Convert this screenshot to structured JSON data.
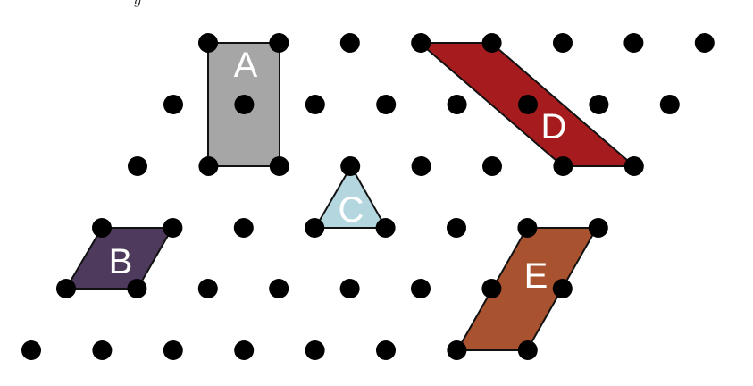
{
  "caption": "g",
  "colors": {
    "dot": "#000000",
    "A": "#a6a6a6",
    "B": "#4d3a5c",
    "C": "#b4d6de",
    "D": "#a61c1e",
    "E": "#a8522f",
    "edge": "#111111",
    "label": "#ffffff"
  },
  "labels": {
    "A": "A",
    "B": "B",
    "C": "C",
    "D": "D",
    "E": "E"
  }
}
